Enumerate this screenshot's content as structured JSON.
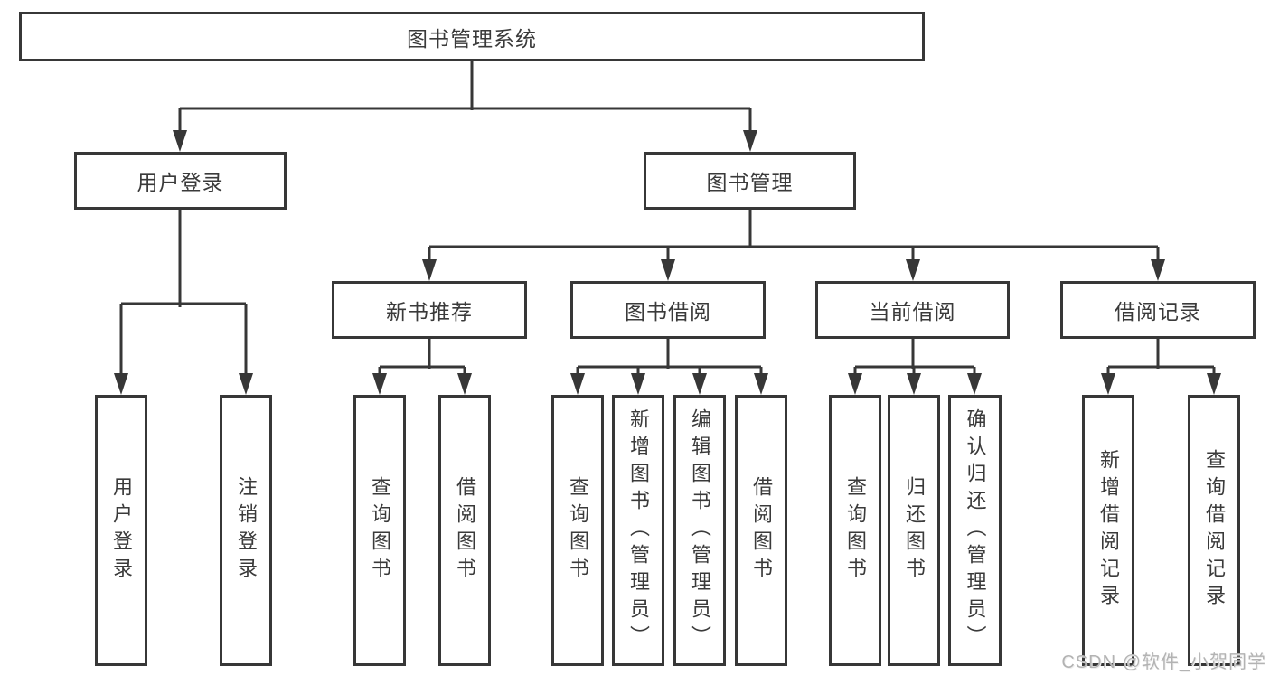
{
  "diagram": {
    "root": {
      "label": "图书管理系统"
    },
    "level2": [
      {
        "label": "用户登录"
      },
      {
        "label": "图书管理"
      }
    ],
    "user_leaves": [
      "用户登录",
      "注销登录"
    ],
    "sections": [
      {
        "label": "新书推荐",
        "leaves": [
          "查询图书",
          "借阅图书"
        ]
      },
      {
        "label": "图书借阅",
        "leaves": [
          "查询图书",
          "新增图书（管理员）",
          "编辑图书（管理员）",
          "借阅图书"
        ]
      },
      {
        "label": "当前借阅",
        "leaves": [
          "查询图书",
          "归还图书",
          "确认归还（管理员）"
        ]
      },
      {
        "label": "借阅记录",
        "leaves": [
          "新增借阅记录",
          "查询借阅记录"
        ]
      }
    ],
    "colors": {
      "line": "#373737",
      "text": "#3a3a3a",
      "background": "#ffffff",
      "watermark": "#b3b3b3"
    }
  },
  "watermark": {
    "text": "CSDN @软件_小贺同学"
  }
}
